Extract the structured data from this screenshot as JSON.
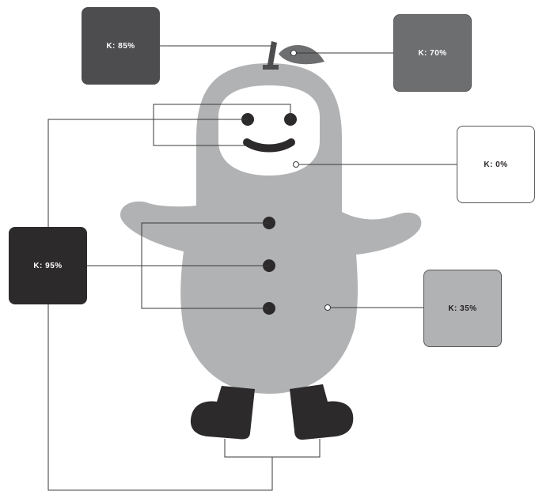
{
  "swatches": {
    "k85": {
      "label": "K: 85%",
      "fill": "#4d4d4f",
      "text_color": "#ffffff"
    },
    "k70": {
      "label": "K: 70%",
      "fill": "#6d6e70",
      "text_color": "#ffffff"
    },
    "k0": {
      "label": "K: 0%",
      "fill": "#ffffff",
      "text_color": "#231f20"
    },
    "k95": {
      "label": "K: 95%",
      "fill": "#2c2a2b",
      "text_color": "#ffffff"
    },
    "k35": {
      "label": "K: 35%",
      "fill": "#b1b2b4",
      "text_color": "#231f20"
    }
  },
  "colors": {
    "body": "#b1b2b4",
    "face": "#ffffff",
    "dark": "#2c2a2b",
    "leaf": "#6d6e70",
    "stem": "#4d4d4f",
    "connector": "#3a3a3a"
  },
  "icons": [
    "pear-mascot",
    "leaf-icon",
    "stem-icon"
  ]
}
